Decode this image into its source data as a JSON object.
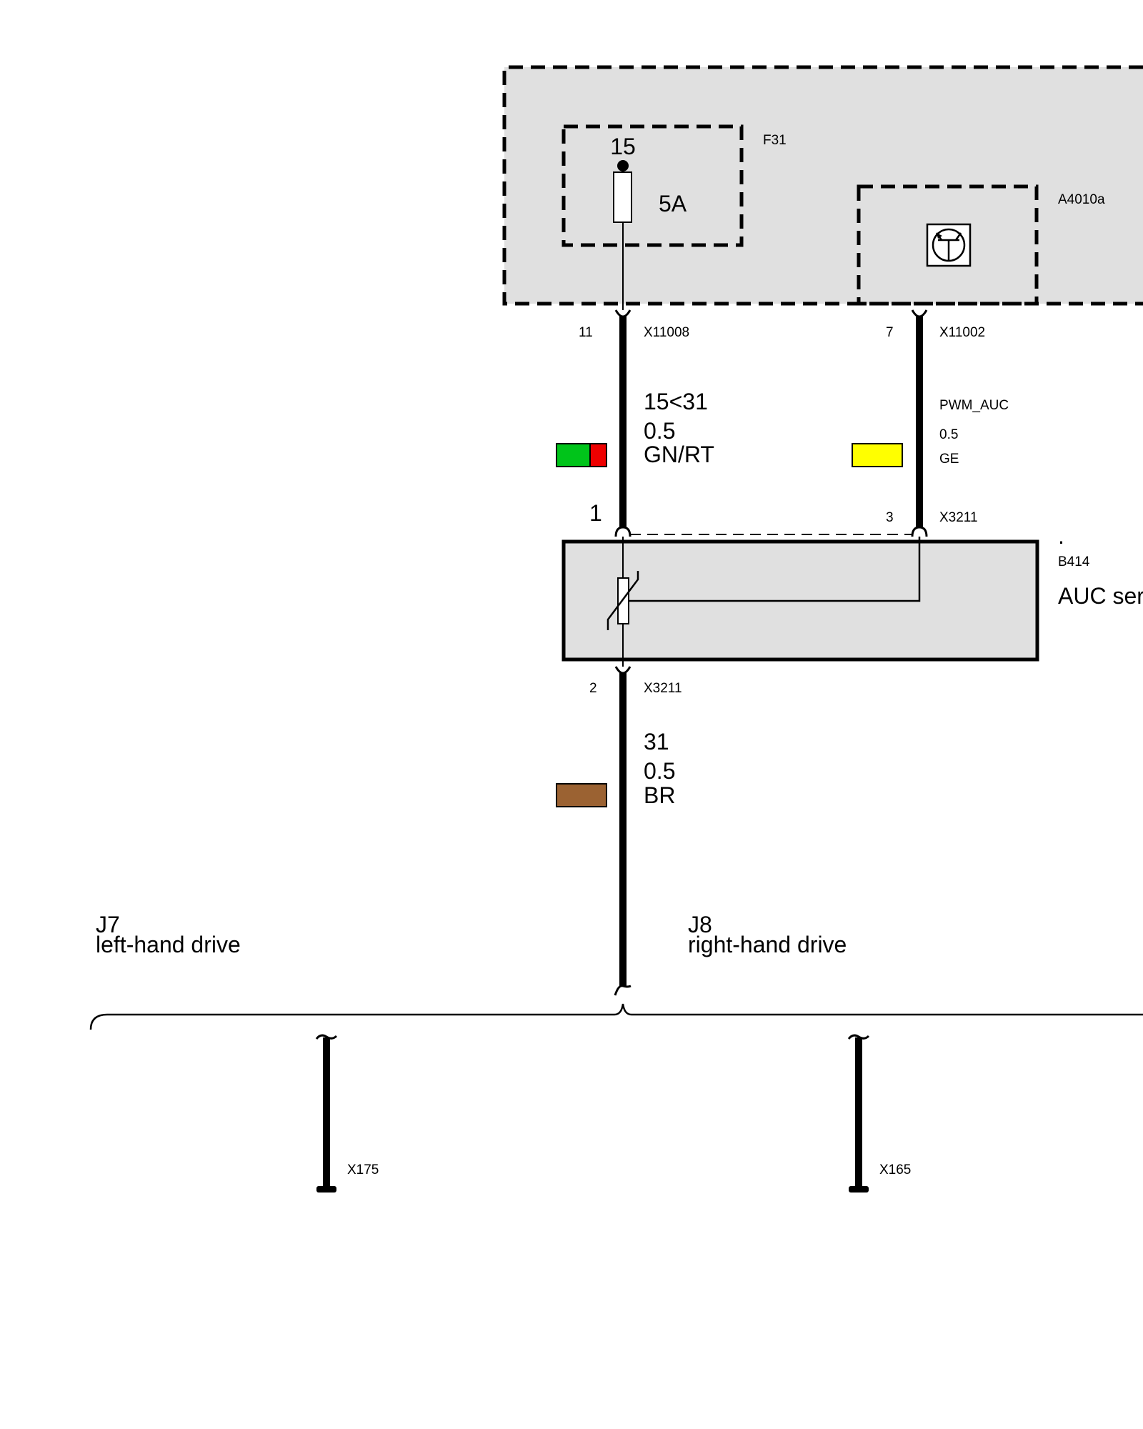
{
  "modules": {
    "control_unit": {
      "label": ""
    },
    "fuse": {
      "id": "F31",
      "terminal": "15",
      "rating": "5A"
    },
    "switch_module": {
      "id": "A4010a"
    },
    "sensor": {
      "dot": ".",
      "id": "B414",
      "name": "AUC ser"
    }
  },
  "wires": {
    "supply": {
      "top_pin": "11",
      "top_connector": "X11008",
      "signal": "15<31",
      "gauge": "0.5",
      "color_code": "GN/RT",
      "color_primary": "#00c41a",
      "color_secondary": "#ee0000",
      "bottom_pin": "1"
    },
    "signal": {
      "top_pin": "7",
      "top_connector": "X11002",
      "signal": "PWM_AUC",
      "gauge": "0.5",
      "color_code": "GE",
      "color_primary": "#ffff00",
      "bottom_pin": "3",
      "bottom_connector": "X3211"
    },
    "ground": {
      "top_pin": "2",
      "top_connector": "X3211",
      "signal": "31",
      "gauge": "0.5",
      "color_code": "BR",
      "color_primary": "#9b6232"
    }
  },
  "variants": {
    "left": {
      "id": "J7",
      "label": "left-hand drive"
    },
    "right": {
      "id": "J8",
      "label": "right-hand drive"
    }
  },
  "grounds": {
    "left": {
      "id": "X175"
    },
    "right": {
      "id": "X165"
    }
  },
  "colors": {
    "module_fill": "#e0e0e0",
    "line": "#000000"
  }
}
